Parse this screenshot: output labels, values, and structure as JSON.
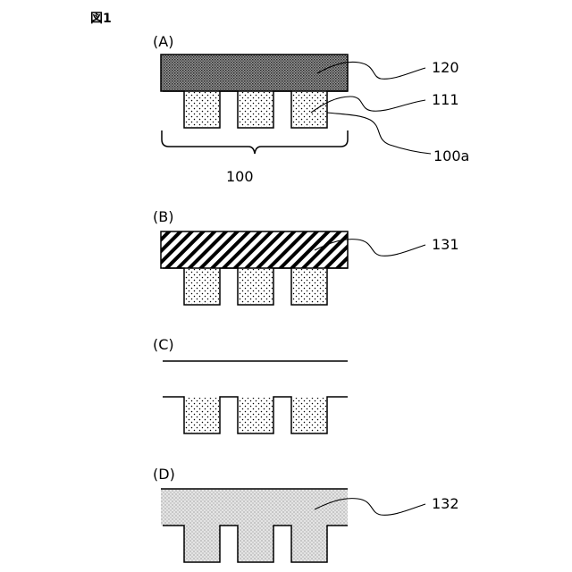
{
  "figure": {
    "title": "図1",
    "panels": [
      {
        "id": "A",
        "label": "(A)",
        "layer_label": "120",
        "comb_label": "111",
        "surface_label": "100a",
        "bracket_label": "100"
      },
      {
        "id": "B",
        "label": "(B)",
        "layer_label": "131"
      },
      {
        "id": "C",
        "label": "(C)"
      },
      {
        "id": "D",
        "label": "(D)",
        "layer_label": "132"
      }
    ]
  }
}
